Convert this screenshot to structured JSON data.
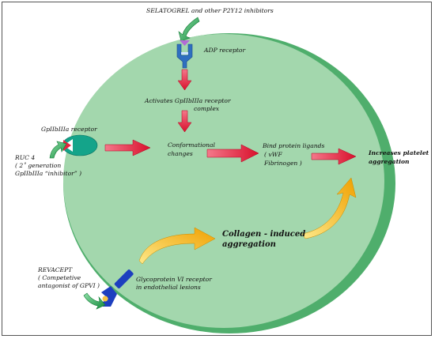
{
  "labels": {
    "selatogrel": "SELATOGREL and other P2Y12 inhibitors",
    "adp_receptor": "ADP receptor",
    "activates_line1": "Activates GpIIbIIIa receptor",
    "activates_line2": "complex",
    "gp_receptor": "GpIIbIIIa receptor",
    "ruc4_line1": "RUC 4",
    "ruc4_line2": "( 2˚ generation",
    "ruc4_line3": "GpIIbIIIa “inhibitor” )",
    "conformational_line1": "Conformational",
    "conformational_line2": "changes",
    "bind_line1": "Bind protein ligands",
    "bind_line2": "( vWF",
    "bind_line3": "Fibrinogen )",
    "increases_line1": "Increases platelet",
    "increases_line2": "aggregation",
    "collagen_line1": "Collagen - induced",
    "collagen_line2": "aggregation",
    "revacept_line1": "REVACEPT",
    "revacept_line2": "( Competetive",
    "revacept_line3": "antagonist of GPVI )",
    "gpvi_line1": "Glycoprotein VI receptor",
    "gpvi_line2": "in endothelial lesions"
  },
  "colors": {
    "cell_fill": "#a3d7ad",
    "cell_rim": "#4fae6c",
    "arrow_red": "#e8223f",
    "arrow_gold": "#f5b410",
    "inhibitor_arrow": "#1f9d4c",
    "gp_receptor": "#14a48a",
    "adp_receptor": "#2f6fc0",
    "gpvi_receptor": "#1d3fbf"
  }
}
